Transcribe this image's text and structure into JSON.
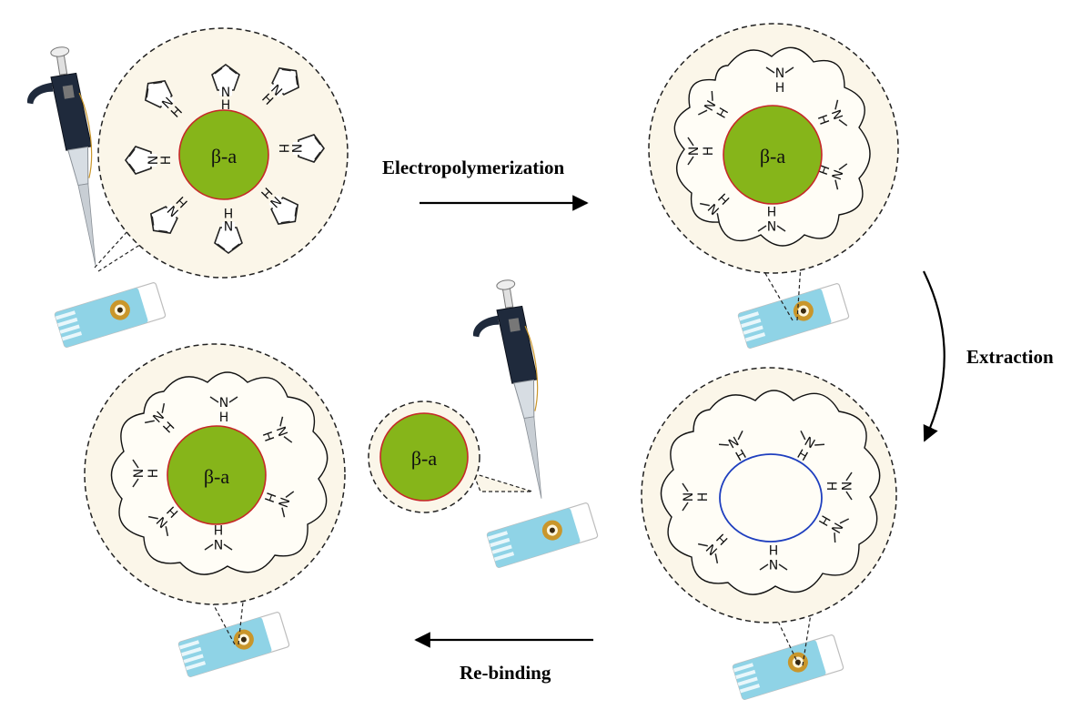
{
  "steps": {
    "electropolymerization": "Electropolymerization",
    "extraction": "Extraction",
    "rebinding": "Re-binding"
  },
  "template": {
    "label": "β-a",
    "color": "#86b51a",
    "outline_color": "#c62828"
  },
  "cavity_outline_color": "#1f3fbf",
  "monomer": {
    "n_atom": "N",
    "h_atom": "H"
  },
  "panels": [
    "template-with-pyrrole-monomers",
    "polypyrrole-imprinted-template",
    "empty-imprinted-cavity",
    "rebound-template"
  ],
  "colors": {
    "zoom_fill": "#fbf6e9",
    "electrode_strip": "#8fd3e6",
    "electrode_gold": "#c9962b",
    "pipette_body": "#1f2a3c"
  }
}
